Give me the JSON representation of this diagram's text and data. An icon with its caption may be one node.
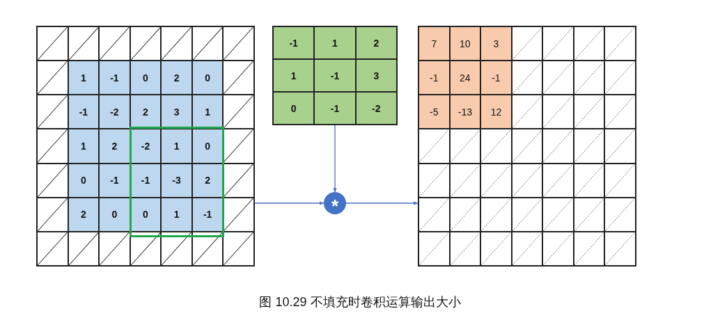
{
  "diagram": {
    "caption": "图 10.29 不填充时卷积运算输出大小",
    "nodes": [
      {
        "text": [
          "1",
          "-1",
          "0",
          "2",
          "0",
          "-1",
          "-2",
          "2",
          "3",
          "1",
          "1",
          "2",
          "-2",
          "1",
          "0",
          "0",
          "-1",
          "-1",
          "-3",
          "2",
          "2",
          "0",
          "0",
          "1",
          "-1"
        ]
      },
      {
        "text": [
          "-1",
          "1",
          "2",
          "1",
          "-1",
          "3",
          "0",
          "-1",
          "-2"
        ]
      },
      {
        "text": [
          "*"
        ]
      },
      {
        "text": [
          "7",
          "10",
          "3",
          "-1",
          "24",
          "-1",
          "-5",
          "-13",
          "12"
        ]
      }
    ],
    "edges": [
      {
        "from": 0,
        "to": 2,
        "arrow": "to"
      },
      {
        "from": 1,
        "to": 2,
        "arrow": "to"
      },
      {
        "from": 2,
        "to": 3,
        "arrow": "to"
      }
    ]
  }
}
